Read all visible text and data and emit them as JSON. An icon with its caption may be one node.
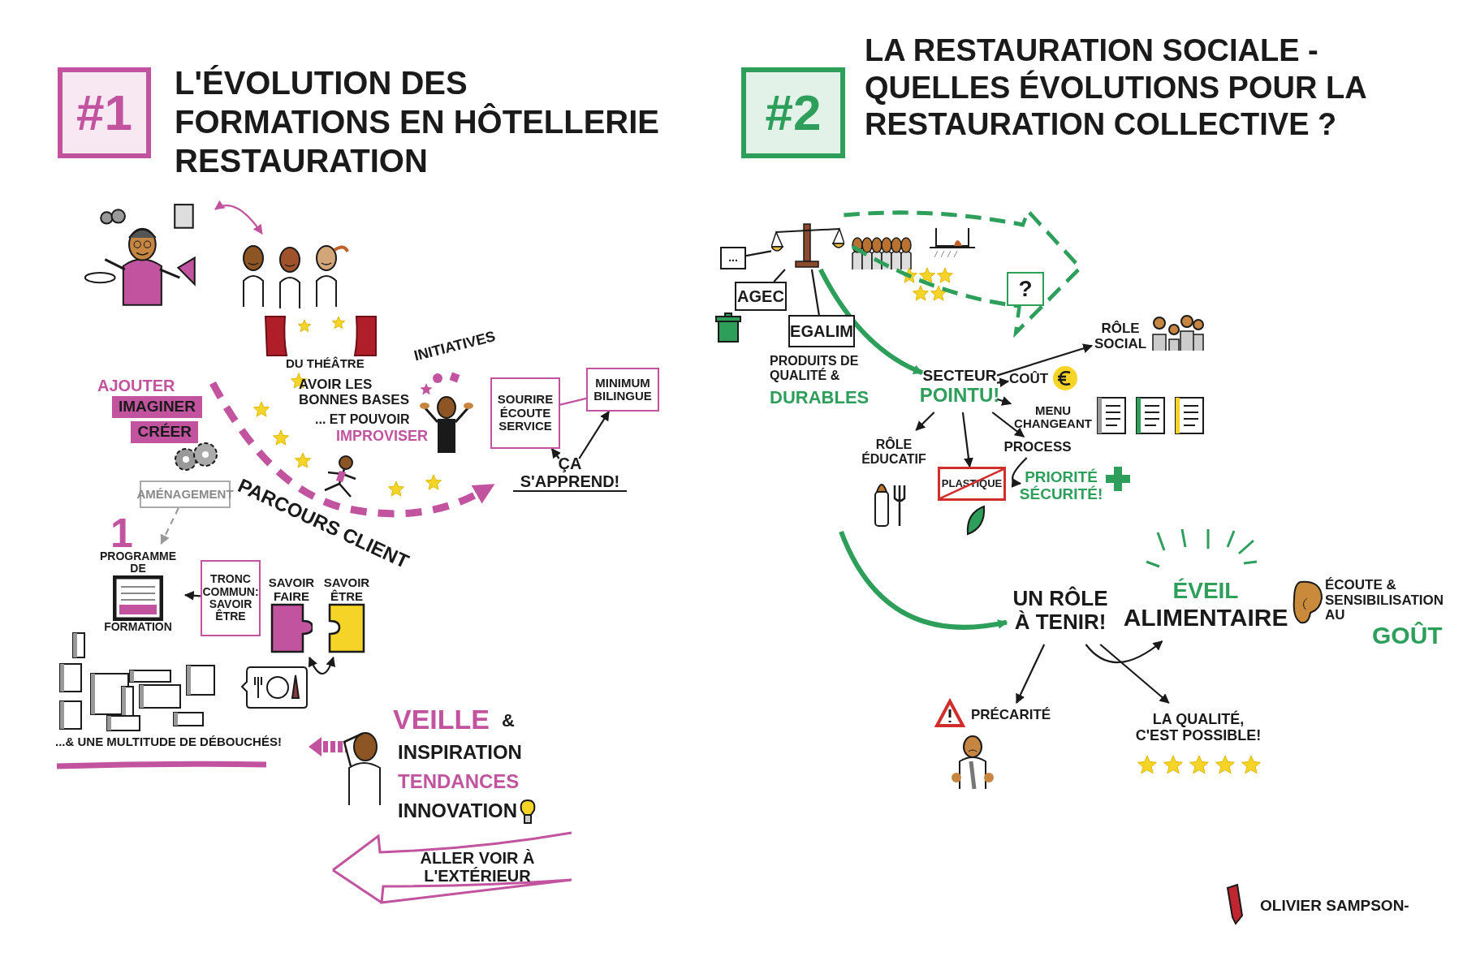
{
  "diagram": {
    "nodes": [
      {
        "text": [
          "#1"
        ],
        "beside": [
          "L'ÉVOLUTION DES FORMATIONS EN HÔTELLERIE RESTAURATION"
        ]
      },
      {
        "text": [],
        "shape": "picture"
      },
      {
        "text": [],
        "shape": "picture"
      },
      {
        "text": [
          "IMAGINER",
          "CRÉER"
        ]
      },
      {
        "text": [
          "AMÉNAGEMENT"
        ]
      },
      {
        "text": [
          "PROGRAMME DE",
          "FORMATION"
        ]
      },
      {
        "text": [
          "TRONC COMMUN: SAVOIR ÊTRE"
        ]
      },
      {
        "text": [
          "SAVOIR FAIRE"
        ]
      },
      {
        "text": [
          "SAVOIR ÊTRE"
        ]
      },
      {
        "text": [
          "SOURIRE ÉCOUTE SERVICE"
        ]
      },
      {
        "text": [
          "MINIMUM BILINGUE"
        ]
      },
      {
        "text": [
          "ÇA S'APPREND!"
        ]
      },
      {
        "text": [
          "ALLER VOIR À L'EXTÉRIEUR"
        ]
      },
      {
        "text": [
          "#2"
        ],
        "beside": [
          "LA RESTAURATION SOCIALE - QUELLES ÉVOLUTIONS POUR LA RESTAURATION COLLECTIVE ?"
        ]
      },
      {
        "text": [
          "..."
        ]
      },
      {
        "text": [],
        "shape": "picture"
      },
      {
        "text": [
          "AGEC"
        ]
      },
      {
        "text": [
          "EGALIM"
        ]
      },
      {
        "text": [],
        "shape": "arrow"
      },
      {
        "text": [
          "?"
        ],
        "in": 18
      },
      {
        "text": [
          "SECTEUR",
          "POINTU!"
        ]
      },
      {
        "text": [
          "RÔLE SOCIAL"
        ]
      },
      {
        "text": [
          "COÛT"
        ]
      },
      {
        "text": [
          "MENU CHANGEANT"
        ]
      },
      {
        "text": [
          "RÔLE ÉDUCATIF"
        ]
      },
      {
        "text": [
          "PLASTIQUE"
        ]
      },
      {
        "text": [
          "PROCESS"
        ]
      },
      {
        "text": [
          "PRIORITÉ SÉCURITÉ!"
        ]
      },
      {
        "text": [
          "UN RÔLE À TENIR!"
        ]
      },
      {
        "text": [
          "ÉVEIL",
          "ALIMENTAIRE"
        ]
      },
      {
        "text": [
          "PRÉCARITÉ"
        ]
      },
      {
        "text": [
          "LA QUALITÉ, C'EST POSSIBLE!"
        ]
      }
    ],
    "edges": [
      {
        "from": 1,
        "to": 2,
        "arrow": "both",
        "color": "#c2549f"
      },
      {
        "from": 4,
        "to": 5,
        "arrow": "to",
        "style": "dashed",
        "color": "#9a9a9a"
      },
      {
        "from": 6,
        "to": 5,
        "arrow": "to"
      },
      {
        "from": 7,
        "to": 8,
        "arrow": "both"
      },
      {
        "from": 9,
        "to": 10,
        "arrow": "none",
        "color": "#c2549f"
      },
      {
        "from": 11,
        "to": 9,
        "arrow": "to"
      },
      {
        "from": 11,
        "to": 10,
        "arrow": "to"
      },
      {
        "from": 14,
        "to": 15,
        "arrow": "none"
      },
      {
        "from": 15,
        "to": 16,
        "arrow": "none"
      },
      {
        "from": 15,
        "to": 17,
        "arrow": "none"
      },
      {
        "from": 15,
        "to": 20,
        "arrow": "to",
        "style": "thick",
        "color": "#2e9e5b"
      },
      {
        "from": 20,
        "to": 21,
        "arrow": "to"
      },
      {
        "from": 20,
        "to": 22,
        "arrow": "to"
      },
      {
        "from": 20,
        "to": 23,
        "arrow": "to"
      },
      {
        "from": 20,
        "to": 24,
        "arrow": "to"
      },
      {
        "from": 20,
        "to": 25,
        "arrow": "to"
      },
      {
        "from": 20,
        "to": 26,
        "arrow": "to"
      },
      {
        "from": 26,
        "to": 27,
        "arrow": "to"
      },
      {
        "from": null,
        "to": 28,
        "arrow": "to",
        "style": "thick",
        "color": "#2e9e5b"
      },
      {
        "from": 28,
        "to": 30,
        "arrow": "to"
      },
      {
        "from": 28,
        "to": 31,
        "arrow": "to"
      },
      {
        "from": 28,
        "to": 29,
        "arrow": "to"
      }
    ],
    "labels": [
      "AJOUTER",
      "1",
      "DU THÉÂTRE",
      "AVOIR LES BONNES BASES",
      "... ET POUVOIR",
      "IMPROVISER",
      "INITIATIVES",
      "PARCOURS CLIENT",
      "...& UNE MULTITUDE DE DÉBOUCHÉS!",
      "VEILLE",
      "&",
      "INSPIRATION",
      "TENDANCES",
      "INNOVATION",
      "PRODUITS DE QUALITÉ &",
      "DURABLES",
      "ÉCOUTE & SENSIBILISATION AU",
      "GOÛT",
      "OLIVIER SAMPSON-"
    ]
  }
}
